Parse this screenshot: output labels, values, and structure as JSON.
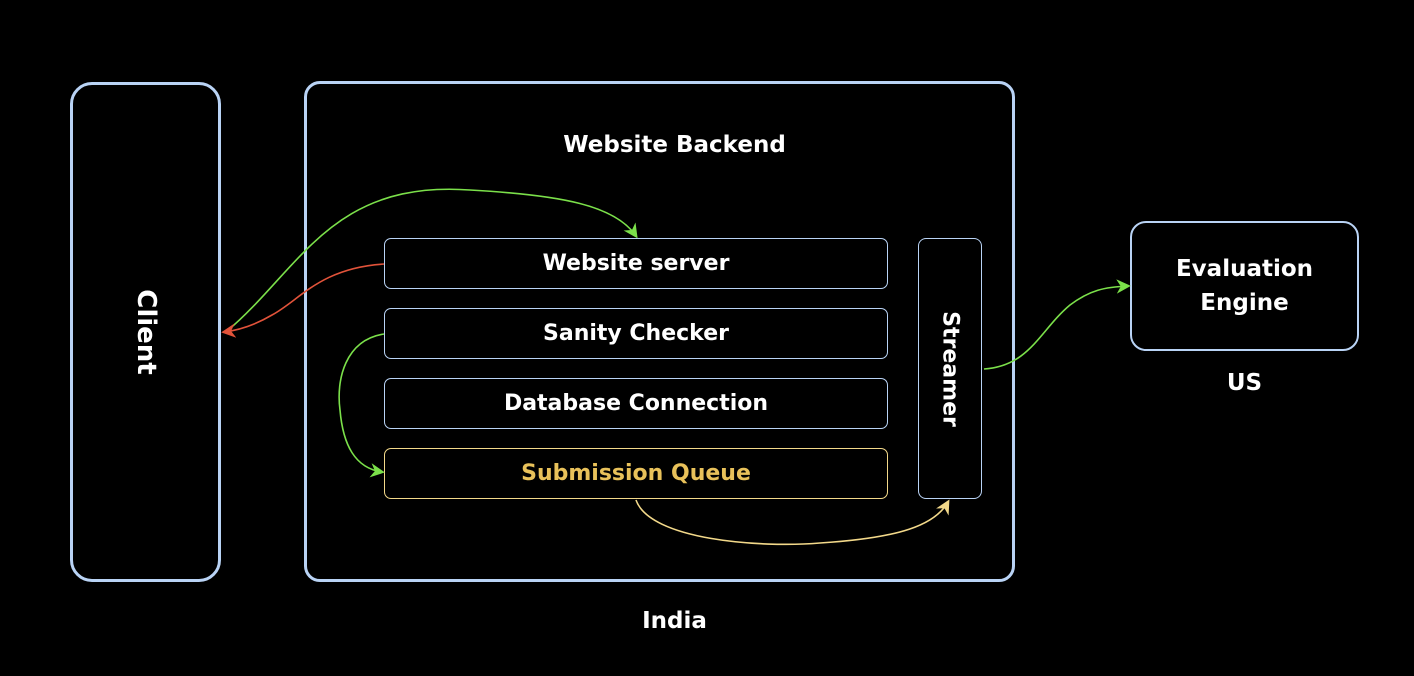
{
  "diagram": {
    "client": {
      "label": "Client"
    },
    "backend": {
      "title": "Website Backend",
      "region": "India",
      "components": [
        {
          "id": "website-server",
          "label": "Website server"
        },
        {
          "id": "sanity-checker",
          "label": "Sanity Checker"
        },
        {
          "id": "database-connection",
          "label": "Database Connection"
        },
        {
          "id": "submission-queue",
          "label": "Submission Queue"
        }
      ],
      "streamer": {
        "label": "Streamer"
      }
    },
    "engine": {
      "line1": "Evaluation",
      "line2": "Engine",
      "region": "US"
    },
    "colors": {
      "box_border": "#b9d3f5",
      "queue_border": "#f3d98a",
      "queue_text": "#e8c15a",
      "green_arrow": "#7be04a",
      "red_arrow": "#e2533a",
      "yellow_arrow": "#f3d98a"
    }
  }
}
